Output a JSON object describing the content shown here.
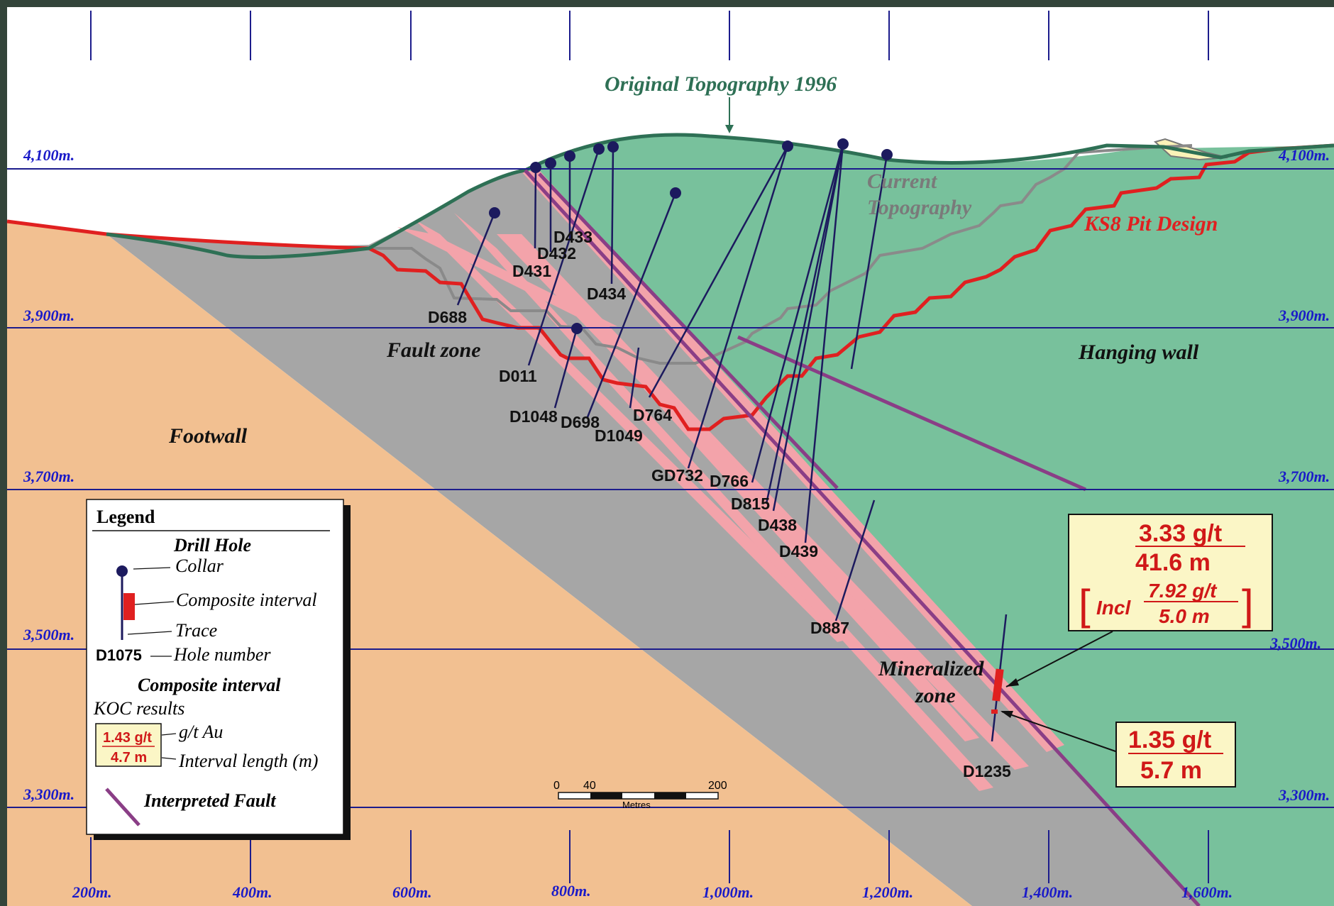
{
  "elevations": [
    "4,100m.",
    "3,900m.",
    "3,700m.",
    "3,500m.",
    "3,300m."
  ],
  "elevations_right": [
    "4,100m.",
    "3,900m.",
    "3,700m.",
    "3,500m.",
    "3,300m."
  ],
  "eastings": [
    "200m.",
    "400m.",
    "600m.",
    "800m.",
    "1,000m.",
    "1,200m.",
    "1,400m.",
    "1,600m."
  ],
  "labels": {
    "original_topo": "Original Topography 1996",
    "current_topo_1": "Current",
    "current_topo_2": "Topography",
    "pit_design": "KS8 Pit Design",
    "fault_zone": "Fault zone",
    "hanging_wall": "Hanging wall",
    "footwall": "Footwall",
    "mineralized_1": "Mineralized",
    "mineralized_2": "zone"
  },
  "holes": [
    "D688",
    "D431",
    "D432",
    "D433",
    "D434",
    "D011",
    "D1048",
    "D698",
    "D1049",
    "D764",
    "GD732",
    "D766",
    "D815",
    "D438",
    "D439",
    "D887",
    "D1235"
  ],
  "results": {
    "main_grade": "3.33  g/t",
    "main_length": "41.6 m",
    "incl_label": "Incl",
    "incl_grade": "7.92 g/t",
    "incl_length": "5.0 m",
    "second_grade": "1.35 g/t",
    "second_length": "5.7 m"
  },
  "scale_bar": {
    "ticks": [
      "0",
      "40",
      "200"
    ],
    "unit": "Metres"
  },
  "legend": {
    "title": "Legend",
    "drill_hole": "Drill Hole",
    "collar": "Collar",
    "composite": "Composite interval",
    "trace": "Trace",
    "hole_example": "D1075",
    "hole_number": "Hole number",
    "composite_heading": "Composite interval",
    "koc": "KOC results",
    "ex_grade": "1.43 g/t",
    "ex_length": "4.7 m",
    "gt_au": "g/t Au",
    "interval_length": "Interval length  (m)",
    "fault": "Interpreted Fault"
  },
  "colors": {
    "footwall": "#f2c091",
    "fault_zone": "#a6a6a6",
    "hanging_wall": "#78c19c",
    "mineralized": "#f3a3aa",
    "pit_design": "#e02020",
    "current_topo": "#8a8a8a",
    "original_topo_line": "#2e7055",
    "grid": "#1c1c8c",
    "fault_line": "#8a3e86",
    "collar": "#1c1a5e"
  }
}
